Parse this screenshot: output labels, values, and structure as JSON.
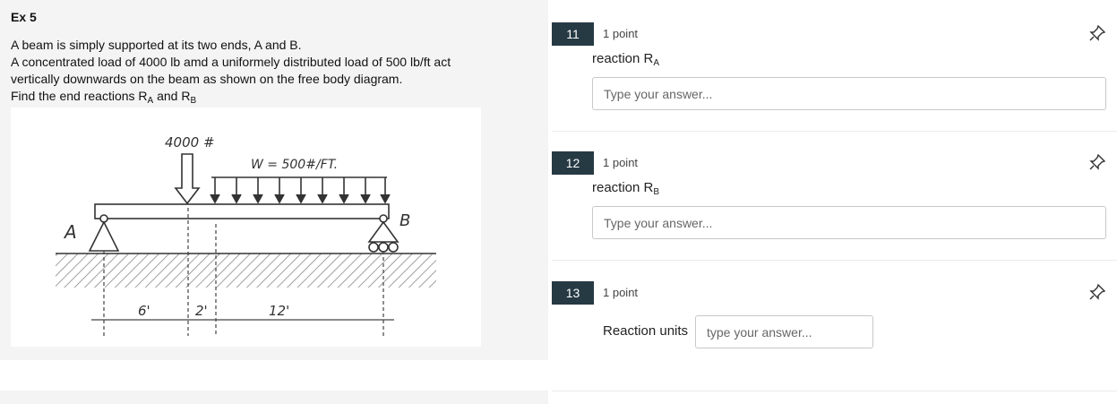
{
  "problem": {
    "title": "Ex 5",
    "line1": "A beam is simply supported at its two ends, A and B.",
    "line2": "A concentrated load of 4000 lb amd a uniformely distributed load of 500 lb/ft  act",
    "line3": "vertically downwards on the beam as shown on the free body diagram.",
    "line4_prefix": "Find the end reactions R",
    "line4_sub1": "A",
    "line4_mid": " and R",
    "line4_sub2": "B"
  },
  "diagram": {
    "point_load_label": "4000 #",
    "udl_label": "W = 500#/FT.",
    "support_a_label": "A",
    "support_b_label": "B",
    "dim_1": "6'",
    "dim_2": "2'",
    "dim_3": "12'"
  },
  "questions": [
    {
      "number": "11",
      "points": "1 point",
      "label_prefix": "reaction R",
      "label_sub": "A",
      "placeholder": "Type your answer...",
      "value": ""
    },
    {
      "number": "12",
      "points": "1 point",
      "label_prefix": "reaction R",
      "label_sub": "B",
      "placeholder": "Type your answer...",
      "value": ""
    },
    {
      "number": "13",
      "points": "1 point",
      "units_label": "Reaction units",
      "placeholder": "type your answer...",
      "value": ""
    }
  ],
  "icons": {
    "pin": "pin-icon"
  },
  "colors": {
    "number_badge": "#263a44",
    "panel_bg": "#f4f4f4"
  }
}
